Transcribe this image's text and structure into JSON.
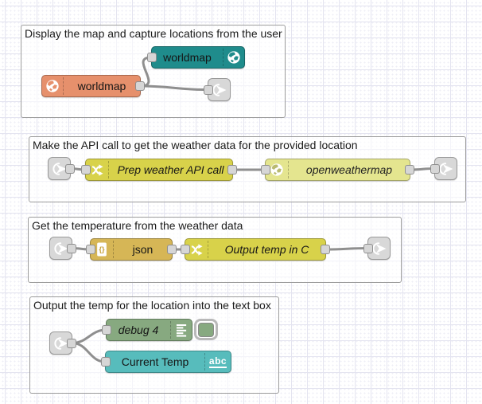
{
  "editor": "node-red-flow-canvas",
  "groups": [
    {
      "label": "Display the map and capture locations from the user"
    },
    {
      "label": "Make the API call to get the weather data for the provided location"
    },
    {
      "label": "Get the temperature from the weather data"
    },
    {
      "label": "Output the temp for the location into the text box"
    }
  ],
  "nodes": {
    "worldmap_out": {
      "label": "worldmap",
      "type": "worldmap",
      "color": "#1f8c8c",
      "icon": "globe-icon"
    },
    "worldmap_in": {
      "label": "worldmap",
      "type": "worldmap-in",
      "color": "#e6906c",
      "icon": "globe-icon"
    },
    "prep_weather": {
      "label": "Prep weather API call",
      "type": "function",
      "color": "#d8d24a",
      "icon": "function-icon"
    },
    "openweathermap": {
      "label": "openweathermap",
      "type": "openweathermap",
      "color": "#e4e58f",
      "icon": "globe-icon"
    },
    "json": {
      "label": "json",
      "type": "json",
      "color": "#d6b656",
      "icon": "json-icon",
      "icon_text": "{}"
    },
    "output_temp": {
      "label": "Output temp in C",
      "type": "function",
      "color": "#d8d24a",
      "icon": "function-icon"
    },
    "debug": {
      "label": "debug 4",
      "type": "debug",
      "color": "#87a980",
      "icon": "debug-icon",
      "toggle": "enabled"
    },
    "current_temp": {
      "label": "Current Temp",
      "type": "ui-text",
      "color": "#57bcbc",
      "icon": "abc-icon",
      "icon_text": "abc"
    }
  },
  "link_nodes": {
    "count": 6,
    "color": "#d8d8d8",
    "icon": "link-icon"
  },
  "colors": {
    "wire": "#8f8f8f",
    "port_fill": "#d6d6d6",
    "port_border": "#8f8f8f",
    "grid_line": "#e4e4f0",
    "group_border": "#9c9c9c",
    "canvas_bg": "#ffffff"
  }
}
